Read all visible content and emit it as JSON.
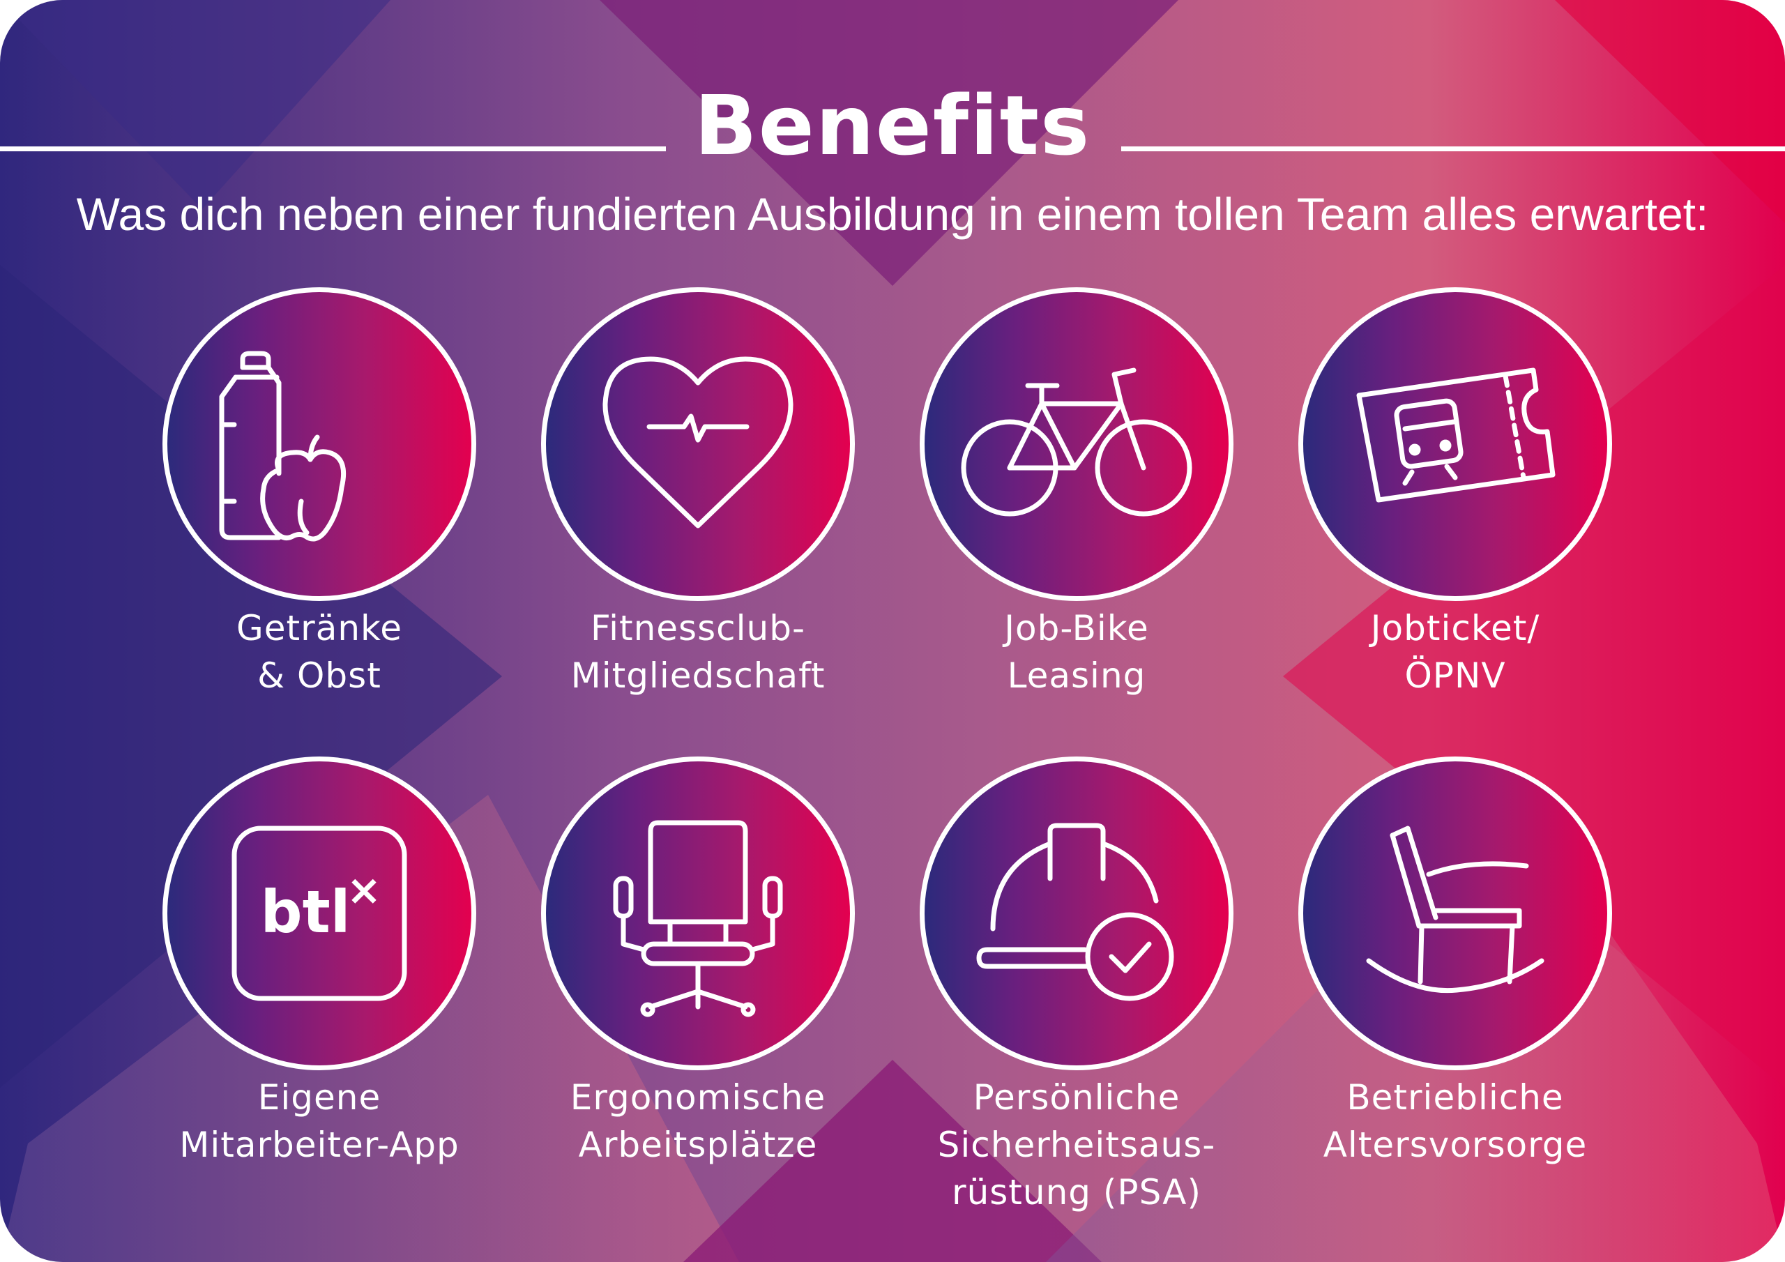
{
  "title": "Benefits",
  "subtitle": "Was dich neben einer fundierten Ausbildung in einem tollen Team alles erwartet:",
  "colors": {
    "gradient_start": "#2c2a7c",
    "gradient_mid": "#a8196c",
    "gradient_end": "#e3004f",
    "text": "#ffffff"
  },
  "benefits": [
    {
      "icon": "bottle-apple-icon",
      "label": "Getränke\n& Obst"
    },
    {
      "icon": "heart-pulse-icon",
      "label": "Fitnessclub-\nMitgliedschaft"
    },
    {
      "icon": "bicycle-icon",
      "label": "Job-Bike\nLeasing"
    },
    {
      "icon": "train-ticket-icon",
      "label": "Jobticket/\nÖPNV"
    },
    {
      "icon": "btl-app-icon",
      "label": "Eigene\nMitarbeiter-App",
      "icon_text": "btl",
      "icon_sup": "×"
    },
    {
      "icon": "office-chair-icon",
      "label": "Ergonomische\nArbeitsplätze"
    },
    {
      "icon": "hardhat-check-icon",
      "label": "Persönliche\nSicherheitsaus-\nrüstung (PSA)"
    },
    {
      "icon": "rocking-chair-icon",
      "label": "Betriebliche\nAltersvorsorge"
    }
  ]
}
